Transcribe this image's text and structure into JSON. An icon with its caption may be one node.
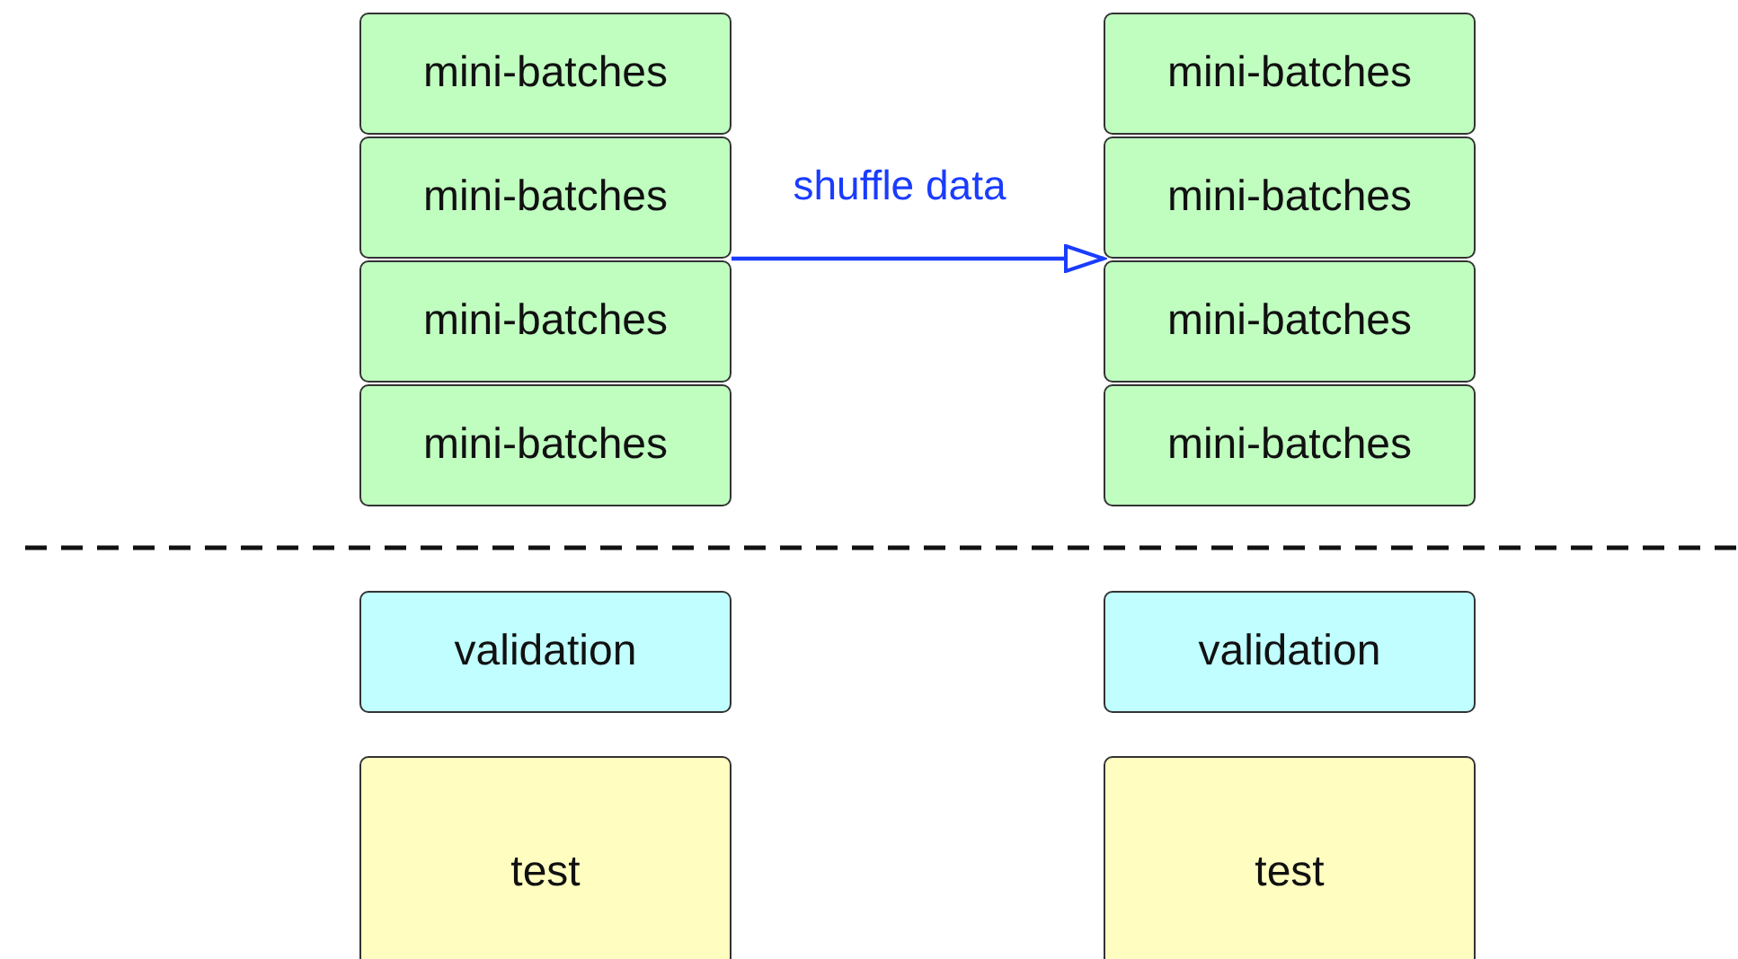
{
  "diagram": {
    "nodes": [
      {
        "text": [
          "mini-batches"
        ]
      },
      {
        "text": [
          "mini-batches"
        ]
      },
      {
        "text": [
          "mini-batches"
        ]
      },
      {
        "text": [
          "mini-batches"
        ]
      },
      {
        "text": [
          "mini-batches"
        ]
      },
      {
        "text": [
          "mini-batches"
        ]
      },
      {
        "text": [
          "mini-batches"
        ]
      },
      {
        "text": [
          "mini-batches"
        ]
      },
      {
        "text": [
          "validation"
        ]
      },
      {
        "text": [
          "validation"
        ]
      },
      {
        "text": [
          "test"
        ]
      },
      {
        "text": [
          "test"
        ]
      }
    ],
    "edges": [
      {
        "from": 1,
        "to": 5,
        "arrow": "to",
        "label": "shuffle data",
        "color": "#1a3cff"
      }
    ]
  }
}
